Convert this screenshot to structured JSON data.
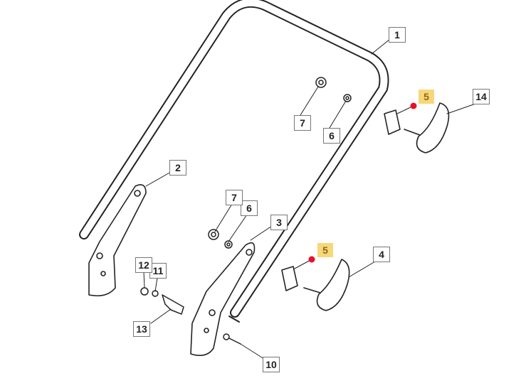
{
  "diagram": {
    "highlight_color": "#f8d77a",
    "marker_color": "#e8102a",
    "callouts": [
      {
        "id": "c1",
        "label": "1"
      },
      {
        "id": "c2",
        "label": "2"
      },
      {
        "id": "c3",
        "label": "3"
      },
      {
        "id": "c4",
        "label": "4"
      },
      {
        "id": "c5a",
        "label": "5"
      },
      {
        "id": "c5b",
        "label": "5"
      },
      {
        "id": "c6a",
        "label": "6"
      },
      {
        "id": "c6b",
        "label": "6"
      },
      {
        "id": "c7a",
        "label": "7"
      },
      {
        "id": "c7b",
        "label": "7"
      },
      {
        "id": "c10",
        "label": "10"
      },
      {
        "id": "c11",
        "label": "11"
      },
      {
        "id": "c12",
        "label": "12"
      },
      {
        "id": "c13",
        "label": "13"
      },
      {
        "id": "c14",
        "label": "14"
      }
    ]
  }
}
